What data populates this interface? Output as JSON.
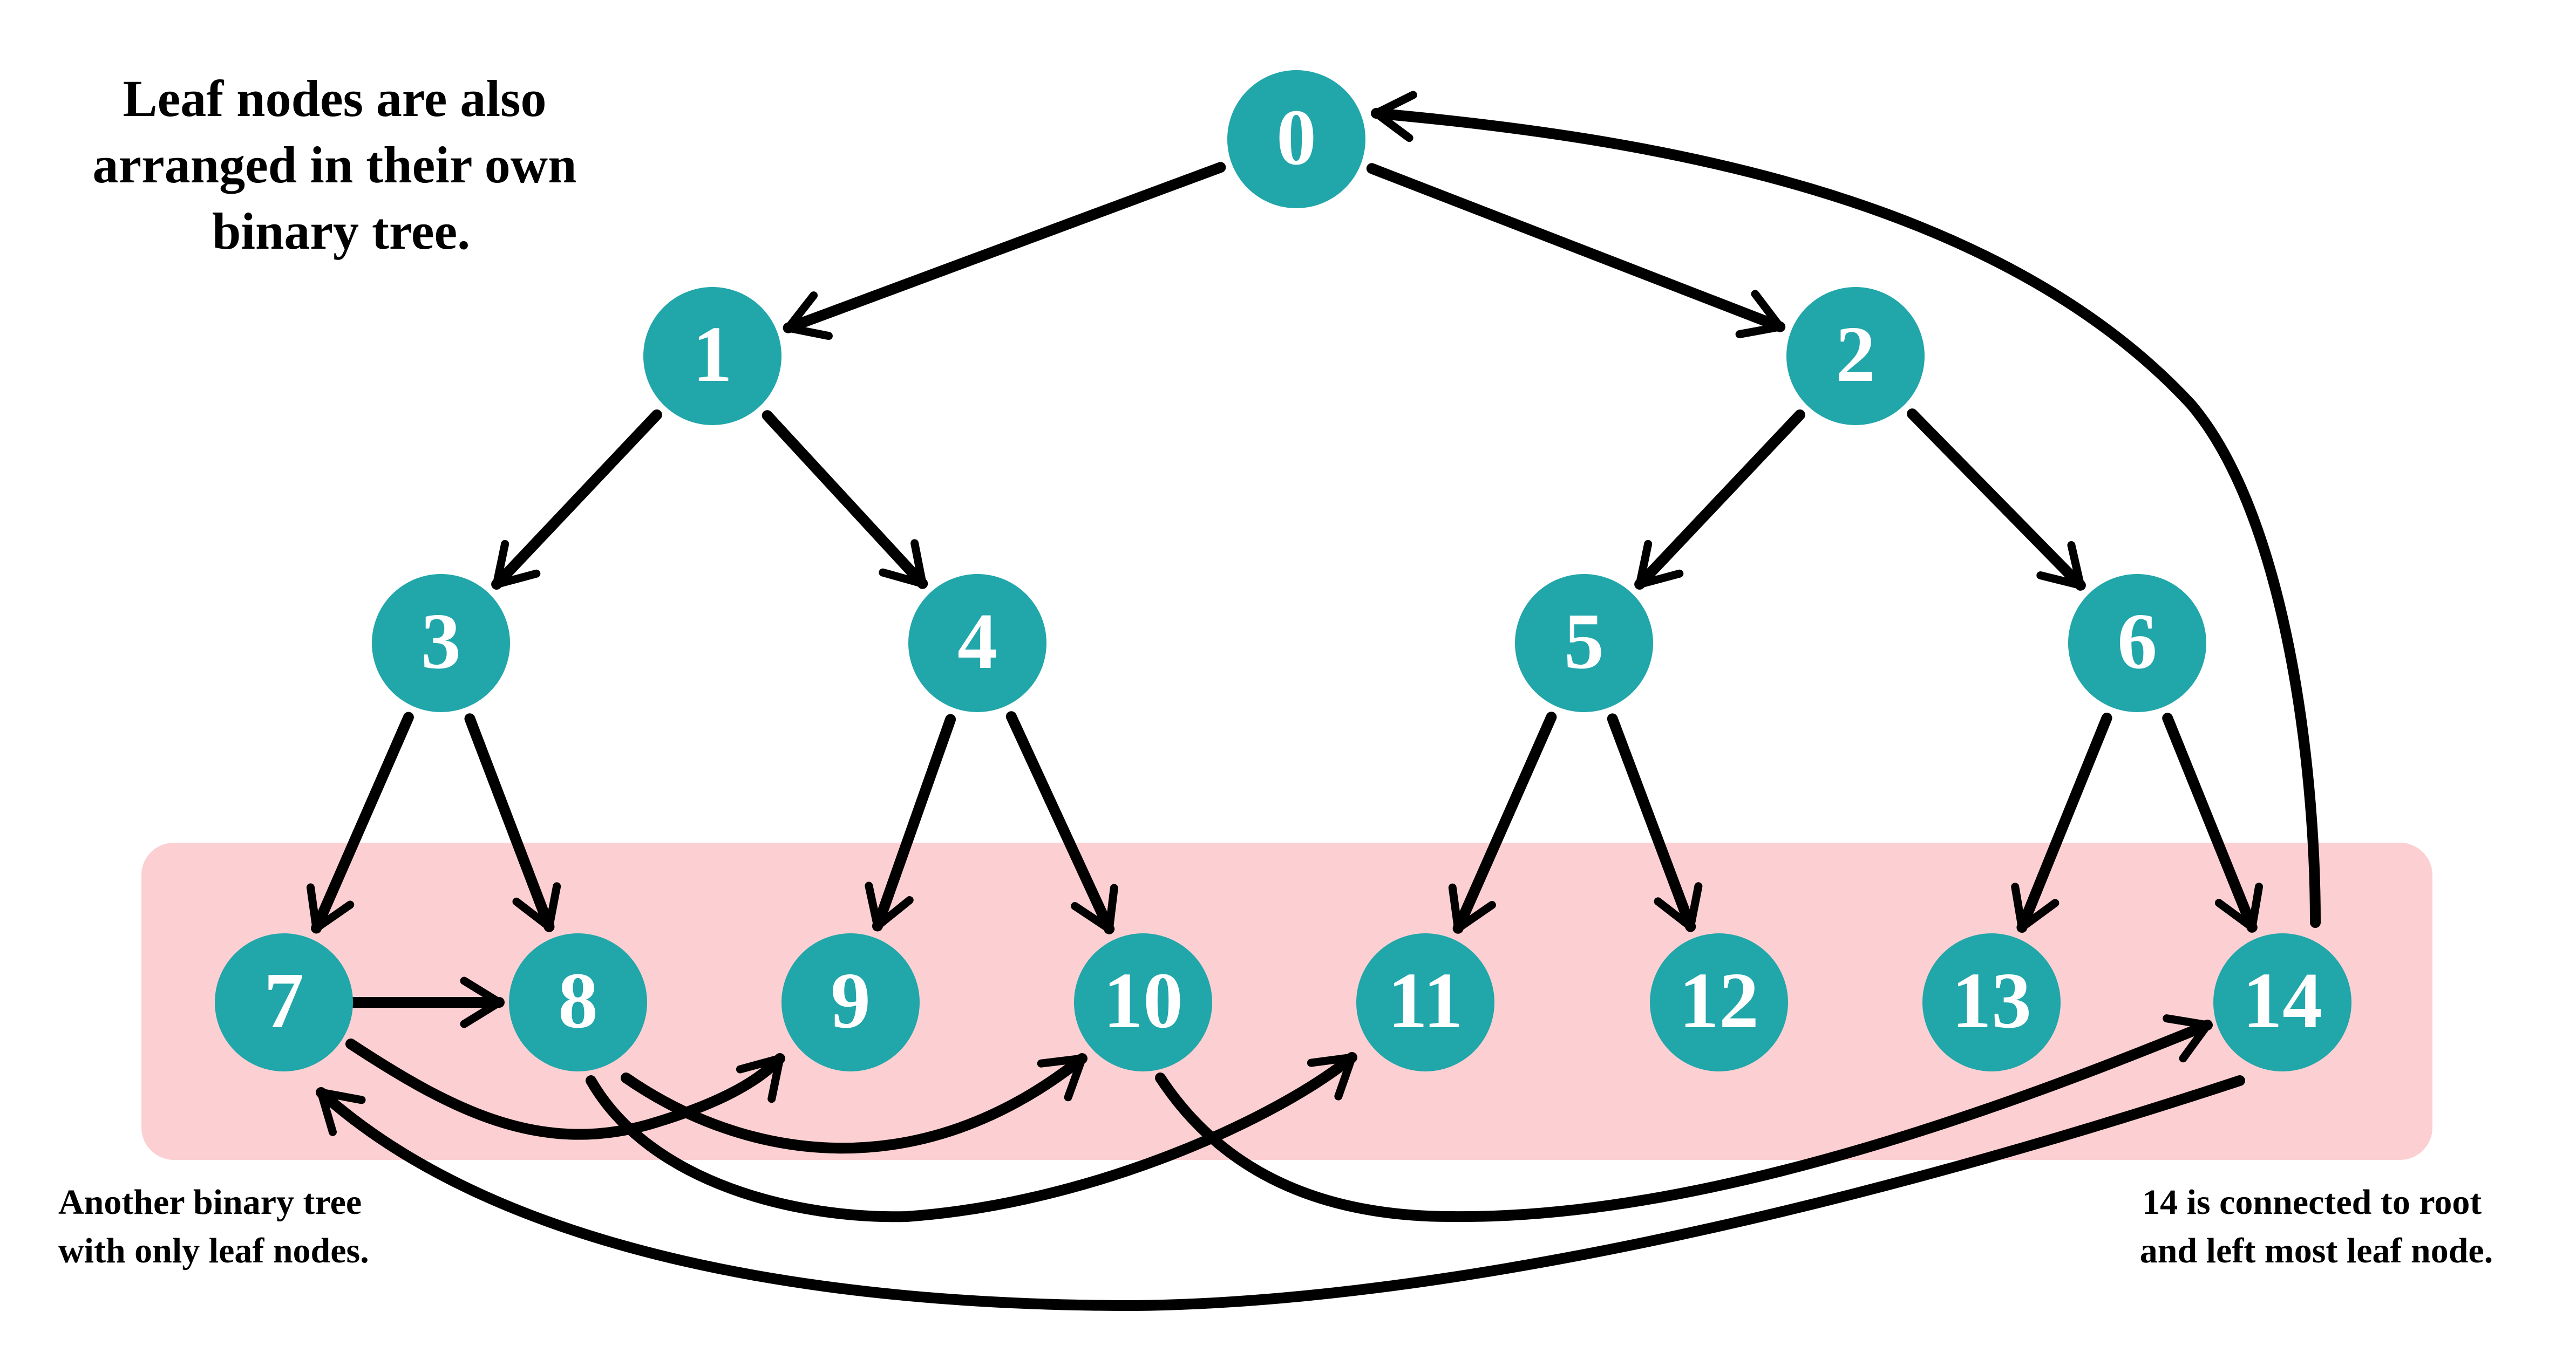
{
  "colors": {
    "node_fill": "#21a6aa",
    "node_text": "#ffffff",
    "leaf_band": "#fcd0d2",
    "edge": "#000000"
  },
  "heading": {
    "lines": [
      "Leaf nodes are also",
      "arranged in their own",
      "binary tree."
    ]
  },
  "note_left": {
    "lines": [
      "Another binary tree",
      "with only leaf nodes."
    ]
  },
  "note_right": {
    "lines": [
      "14 is connected to root",
      "and left most leaf node."
    ]
  },
  "nodes": [
    {
      "id": "0",
      "label": "0"
    },
    {
      "id": "1",
      "label": "1"
    },
    {
      "id": "2",
      "label": "2"
    },
    {
      "id": "3",
      "label": "3"
    },
    {
      "id": "4",
      "label": "4"
    },
    {
      "id": "5",
      "label": "5"
    },
    {
      "id": "6",
      "label": "6"
    },
    {
      "id": "7",
      "label": "7"
    },
    {
      "id": "8",
      "label": "8"
    },
    {
      "id": "9",
      "label": "9"
    },
    {
      "id": "10",
      "label": "10"
    },
    {
      "id": "11",
      "label": "11"
    },
    {
      "id": "12",
      "label": "12"
    },
    {
      "id": "13",
      "label": "13"
    },
    {
      "id": "14",
      "label": "14"
    }
  ],
  "tree_edges": [
    {
      "from": "0",
      "to": "1"
    },
    {
      "from": "0",
      "to": "2"
    },
    {
      "from": "1",
      "to": "3"
    },
    {
      "from": "1",
      "to": "4"
    },
    {
      "from": "2",
      "to": "5"
    },
    {
      "from": "2",
      "to": "6"
    },
    {
      "from": "3",
      "to": "7"
    },
    {
      "from": "3",
      "to": "8"
    },
    {
      "from": "4",
      "to": "9"
    },
    {
      "from": "4",
      "to": "10"
    },
    {
      "from": "5",
      "to": "11"
    },
    {
      "from": "5",
      "to": "12"
    },
    {
      "from": "6",
      "to": "13"
    },
    {
      "from": "6",
      "to": "14"
    }
  ],
  "leaf_edges": [
    {
      "from": "7",
      "to": "8"
    },
    {
      "from": "7",
      "to": "9"
    },
    {
      "from": "8",
      "to": "10"
    },
    {
      "from": "8",
      "to": "11"
    },
    {
      "from": "10",
      "to": "14"
    },
    {
      "from": "14",
      "to": "7"
    },
    {
      "from": "14",
      "to": "0"
    }
  ]
}
